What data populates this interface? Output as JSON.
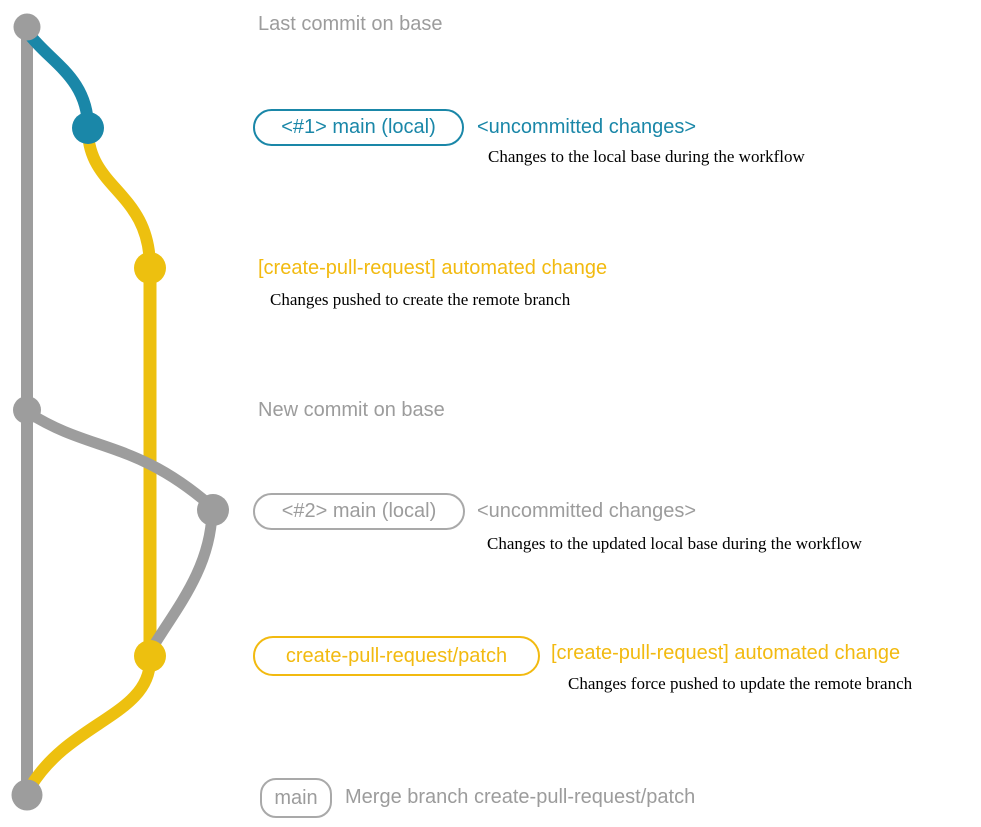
{
  "colors": {
    "base_gray": "#9d9d9d",
    "branch_blue": "#1a87a8",
    "branch_yellow": "#edc00f",
    "text_gray": "#9c9c9c",
    "text_yellow": "#f2ba10",
    "caption_black": "#000000"
  },
  "graph": {
    "type": "git-graph",
    "branches": [
      {
        "name": "base",
        "color": "#9d9d9d"
      },
      {
        "name": "main (local)",
        "color": "#1a87a8"
      },
      {
        "name": "create-pull-request/patch",
        "color": "#edc00f"
      }
    ],
    "commits": [
      {
        "id": "last-commit-on-base",
        "branch": "base",
        "color": "#9d9d9d"
      },
      {
        "id": "main-local-1",
        "branch": "main (local)",
        "color": "#1a87a8"
      },
      {
        "id": "automated-change-1",
        "branch": "create-pull-request/patch",
        "color": "#edc00f"
      },
      {
        "id": "new-commit-on-base",
        "branch": "base",
        "color": "#9d9d9d"
      },
      {
        "id": "main-local-2",
        "branch": "main (local)",
        "color": "#9d9d9d"
      },
      {
        "id": "automated-change-2",
        "branch": "create-pull-request/patch",
        "color": "#edc00f"
      },
      {
        "id": "merge-commit",
        "branch": "base",
        "color": "#9d9d9d"
      }
    ]
  },
  "annotations": {
    "last_commit": {
      "text": "Last commit on base"
    },
    "commit1": {
      "badge": "<#1> main (local)",
      "title": "<uncommitted changes>",
      "subtitle": "Changes to the local base during the workflow"
    },
    "automated1": {
      "title": "[create-pull-request] automated change",
      "subtitle": "Changes pushed to create the remote branch"
    },
    "new_commit": {
      "text": "New commit on base"
    },
    "commit2": {
      "badge": "<#2> main (local)",
      "title": "<uncommitted changes>",
      "subtitle": "Changes to the updated local base during the workflow"
    },
    "automated2": {
      "badge": "create-pull-request/patch",
      "title": "[create-pull-request] automated change",
      "subtitle": "Changes force pushed to update the remote branch"
    },
    "merge": {
      "badge": "main",
      "text": "Merge branch create-pull-request/patch"
    }
  }
}
